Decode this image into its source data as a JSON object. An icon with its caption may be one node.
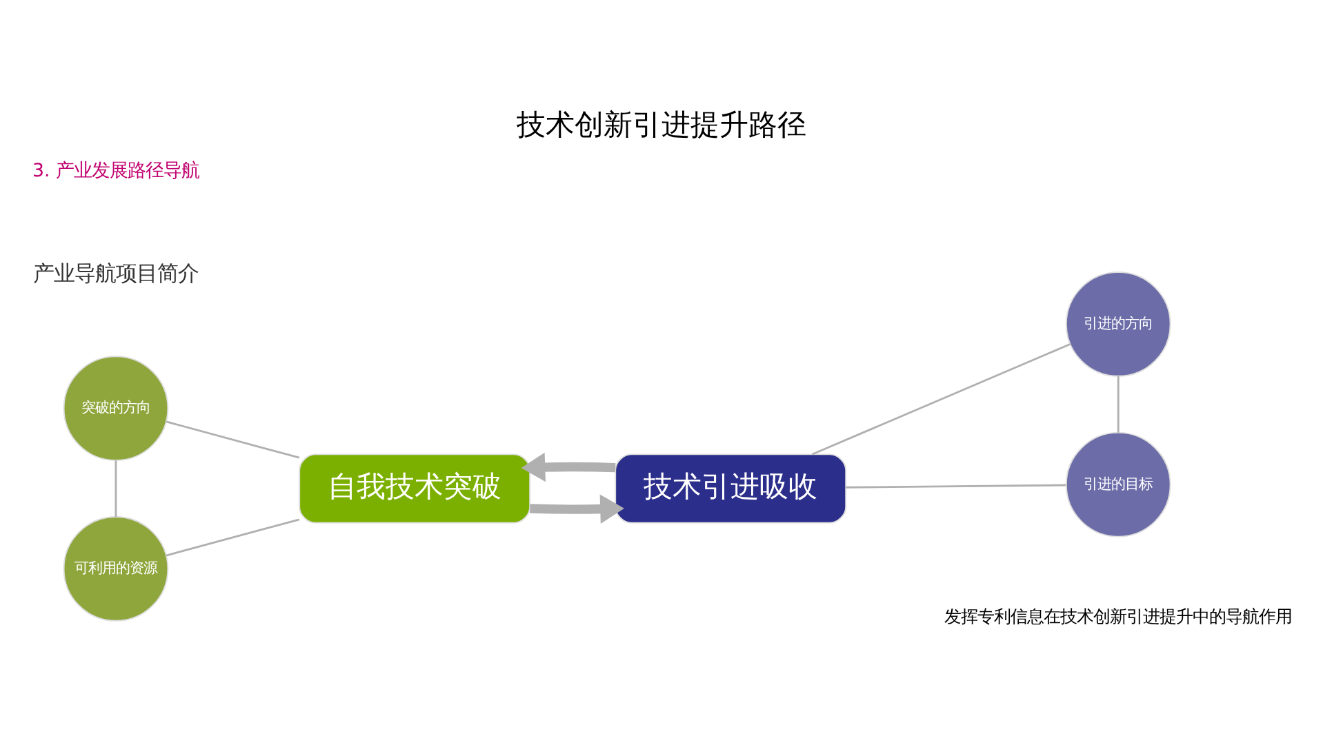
{
  "diagram": {
    "title": "技术创新引进提升路径",
    "caption": "发挥专利信息在技术创新引进提升中的导航作用",
    "nodes": [
      {
        "text": [
          "突破的方向"
        ]
      },
      {
        "text": [
          "可利用的资源"
        ]
      },
      {
        "text": [
          "自我技术突破"
        ]
      },
      {
        "text": [
          "技术引进吸收"
        ]
      },
      {
        "text": [
          "引进的方向"
        ]
      },
      {
        "text": [
          "引进的目标"
        ]
      }
    ],
    "edges": [
      {
        "from": 0,
        "to": 1,
        "arrow": "none"
      },
      {
        "from": 1,
        "to": 2,
        "arrow": "none"
      },
      {
        "from": 2,
        "to": 0,
        "arrow": "none"
      },
      {
        "from": 2,
        "to": 3,
        "arrow": "to",
        "style": "thick"
      },
      {
        "from": 3,
        "to": 2,
        "arrow": "to",
        "style": "thick"
      },
      {
        "from": 3,
        "to": 4,
        "arrow": "none"
      },
      {
        "from": 4,
        "to": 5,
        "arrow": "none"
      },
      {
        "from": 5,
        "to": 3,
        "arrow": "none"
      }
    ],
    "labels": [
      "产业导航项目简介",
      "3. 产业发展路径导航"
    ]
  }
}
